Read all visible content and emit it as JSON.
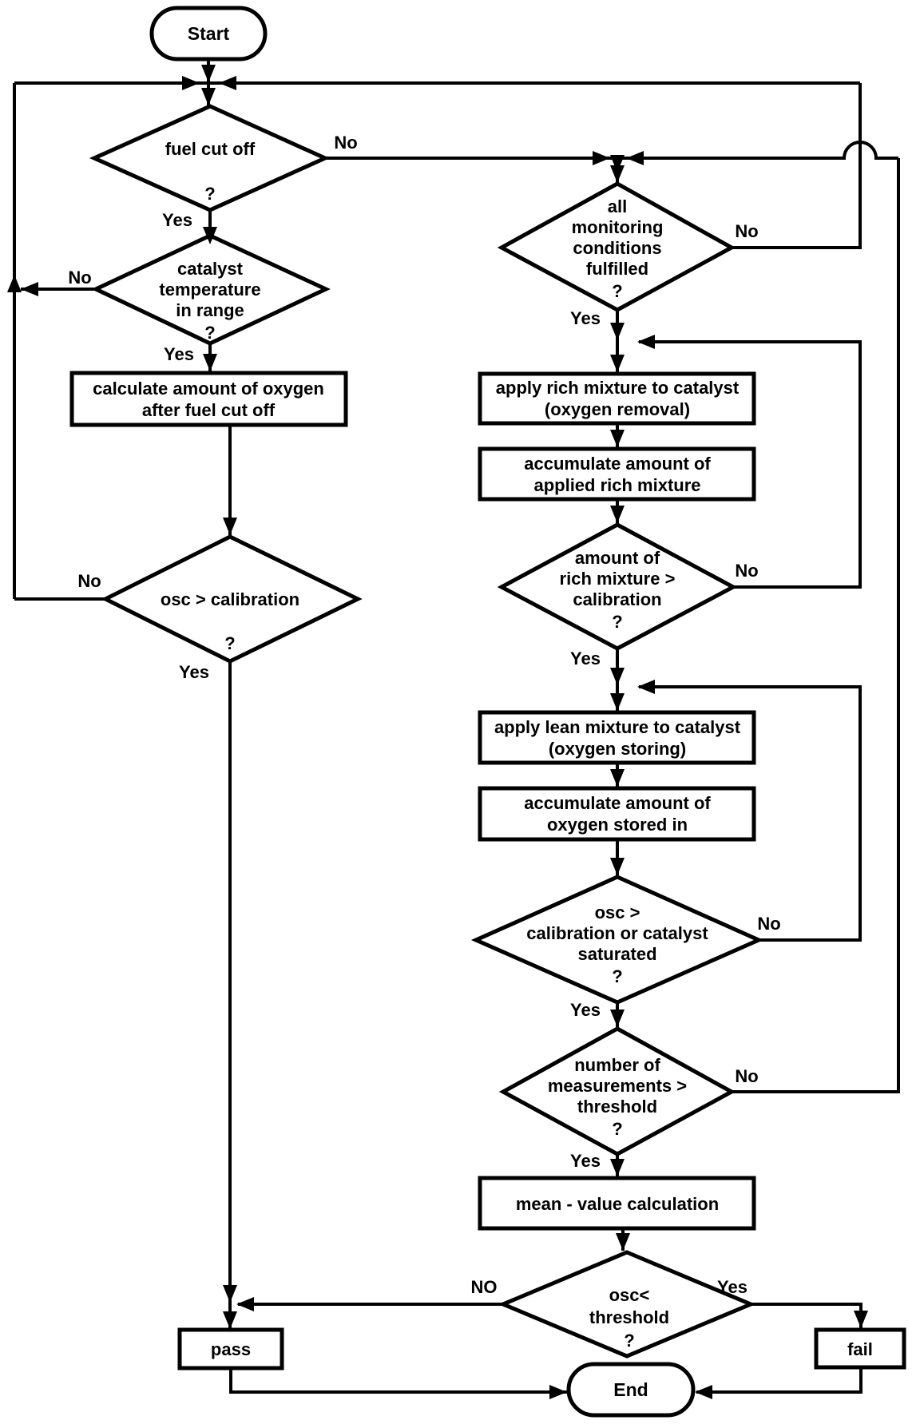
{
  "flowchart": {
    "colors": {
      "background": "#ffffff",
      "line": "#000000",
      "text": "#000000"
    },
    "nodes": {
      "start": {
        "shape": "terminator",
        "label": "Start"
      },
      "fuel_cut_off": {
        "shape": "decision",
        "lines": [
          "fuel cut off",
          "?"
        ]
      },
      "catalyst_temp": {
        "shape": "decision",
        "lines": [
          "catalyst",
          "temperature",
          "in range",
          "?"
        ]
      },
      "calc_oxygen": {
        "shape": "process",
        "lines": [
          "calculate amount of oxygen",
          "after fuel cut off"
        ]
      },
      "osc_calibration": {
        "shape": "decision",
        "lines": [
          "osc > calibration",
          "?"
        ]
      },
      "monitoring": {
        "shape": "decision",
        "lines": [
          "all",
          "monitoring",
          "conditions",
          "fulfilled",
          "?"
        ]
      },
      "apply_rich": {
        "shape": "process",
        "lines": [
          "apply rich mixture to catalyst",
          "(oxygen removal)"
        ]
      },
      "accum_rich": {
        "shape": "process",
        "lines": [
          "accumulate amount of",
          "applied rich mixture"
        ]
      },
      "rich_gt_cal": {
        "shape": "decision",
        "lines": [
          "amount of",
          "rich mixture >",
          "calibration",
          "?"
        ]
      },
      "apply_lean": {
        "shape": "process",
        "lines": [
          "apply lean mixture to catalyst",
          "(oxygen storing)"
        ]
      },
      "accum_oxygen": {
        "shape": "process",
        "lines": [
          "accumulate amount of",
          "oxygen stored in"
        ]
      },
      "osc_saturated": {
        "shape": "decision",
        "lines": [
          "osc >",
          "calibration  or catalyst",
          "saturated",
          "?"
        ]
      },
      "measurements": {
        "shape": "decision",
        "lines": [
          "number of",
          "measurements >",
          "threshold",
          "?"
        ]
      },
      "mean_value": {
        "shape": "process",
        "lines": [
          "mean - value calculation"
        ]
      },
      "osc_lt_threshold": {
        "shape": "decision",
        "lines": [
          "osc<",
          "threshold",
          "?"
        ]
      },
      "pass": {
        "shape": "process",
        "label": "pass"
      },
      "fail": {
        "shape": "process",
        "label": "fail"
      },
      "end": {
        "shape": "terminator",
        "label": "End"
      }
    },
    "edge_labels": {
      "fuel_no": "No",
      "fuel_yes": "Yes",
      "catalyst_no": "No",
      "catalyst_yes": "Yes",
      "osc_no": "No",
      "osc_yes": "Yes",
      "monitoring_no": "No",
      "monitoring_yes": "Yes",
      "rich_no": "No",
      "rich_yes": "Yes",
      "osc_sat_no": "No",
      "osc_sat_yes": "Yes",
      "meas_no": "No",
      "meas_yes": "Yes",
      "final_no": "NO",
      "final_yes": "Yes"
    }
  }
}
